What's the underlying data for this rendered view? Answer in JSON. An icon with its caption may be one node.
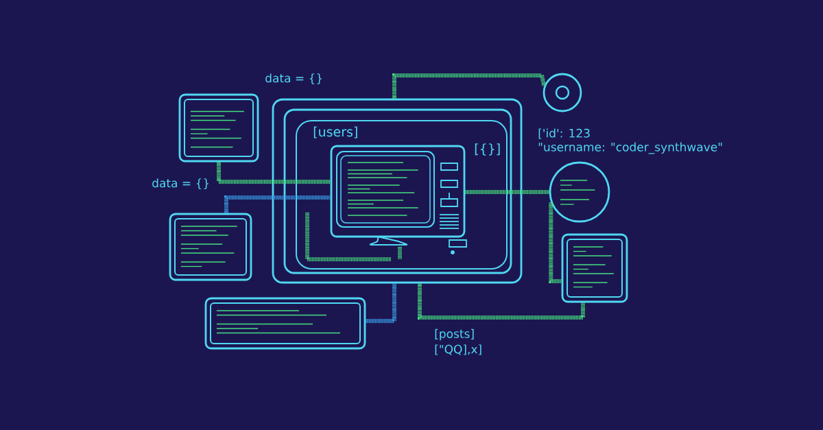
{
  "diagram": {
    "nodes": [
      {
        "text": [],
        "shape": "box"
      },
      {
        "text": [
          "[users]",
          "[{}]"
        ],
        "in": 0
      },
      {
        "text": [],
        "shape": "picture",
        "in": 1
      },
      {
        "text": [],
        "shape": "box"
      },
      {
        "text": [],
        "shape": "box"
      },
      {
        "text": [],
        "shape": "box"
      },
      {
        "text": [],
        "shape": "circle"
      },
      {
        "text": [],
        "shape": "circle"
      },
      {
        "text": [],
        "shape": "box"
      }
    ],
    "edges": [
      {
        "from": 0,
        "to": 6,
        "arrow": "none"
      },
      {
        "from": 3,
        "to": 2,
        "arrow": "none"
      },
      {
        "from": 4,
        "to": 2,
        "arrow": "none",
        "color": "#3a9ee8"
      },
      {
        "from": 2,
        "to": 7,
        "arrow": "none"
      },
      {
        "from": 7,
        "to": 8,
        "arrow": "none"
      },
      {
        "from": 5,
        "to": 0,
        "arrow": "none",
        "color": "#3a9ee8"
      },
      {
        "from": 0,
        "to": 8,
        "arrow": "none"
      }
    ],
    "labels": [
      "data = {}",
      "data = {}",
      "['id': 123",
      "\"username: \"coder_synthwave\"",
      "[posts]",
      "[\"QQ],x]"
    ]
  }
}
